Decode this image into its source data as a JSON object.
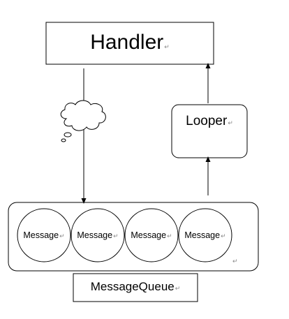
{
  "diagram": {
    "handler": {
      "label": "Handler"
    },
    "looper": {
      "label": "Looper"
    },
    "queue": {
      "label": "MessageQueue",
      "messages": [
        "Message",
        "Message",
        "Message",
        "Message"
      ]
    },
    "return_mark": "↵"
  }
}
